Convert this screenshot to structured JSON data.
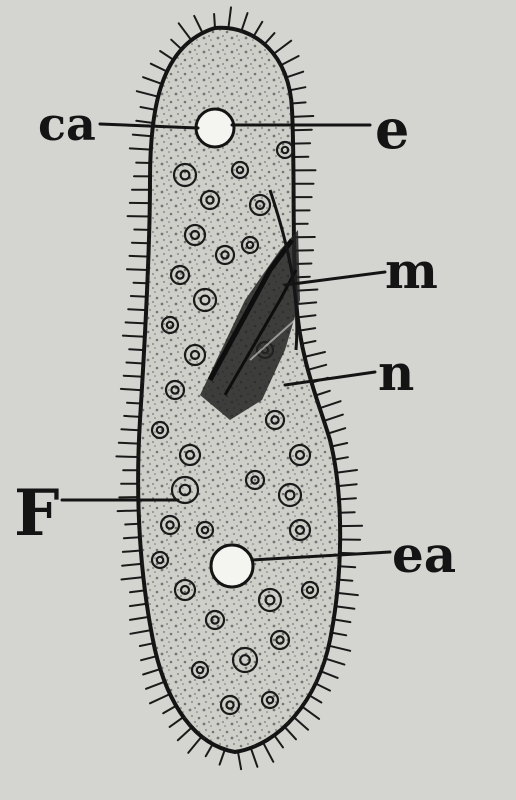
{
  "labels": {
    "ca": "ca",
    "e": "e",
    "m": "m",
    "n": "n",
    "f": "F",
    "ea": "ea"
  },
  "colors": {
    "paper": "#d4d4d0",
    "ink": "#141414",
    "body_fill": "#cfcfca"
  }
}
